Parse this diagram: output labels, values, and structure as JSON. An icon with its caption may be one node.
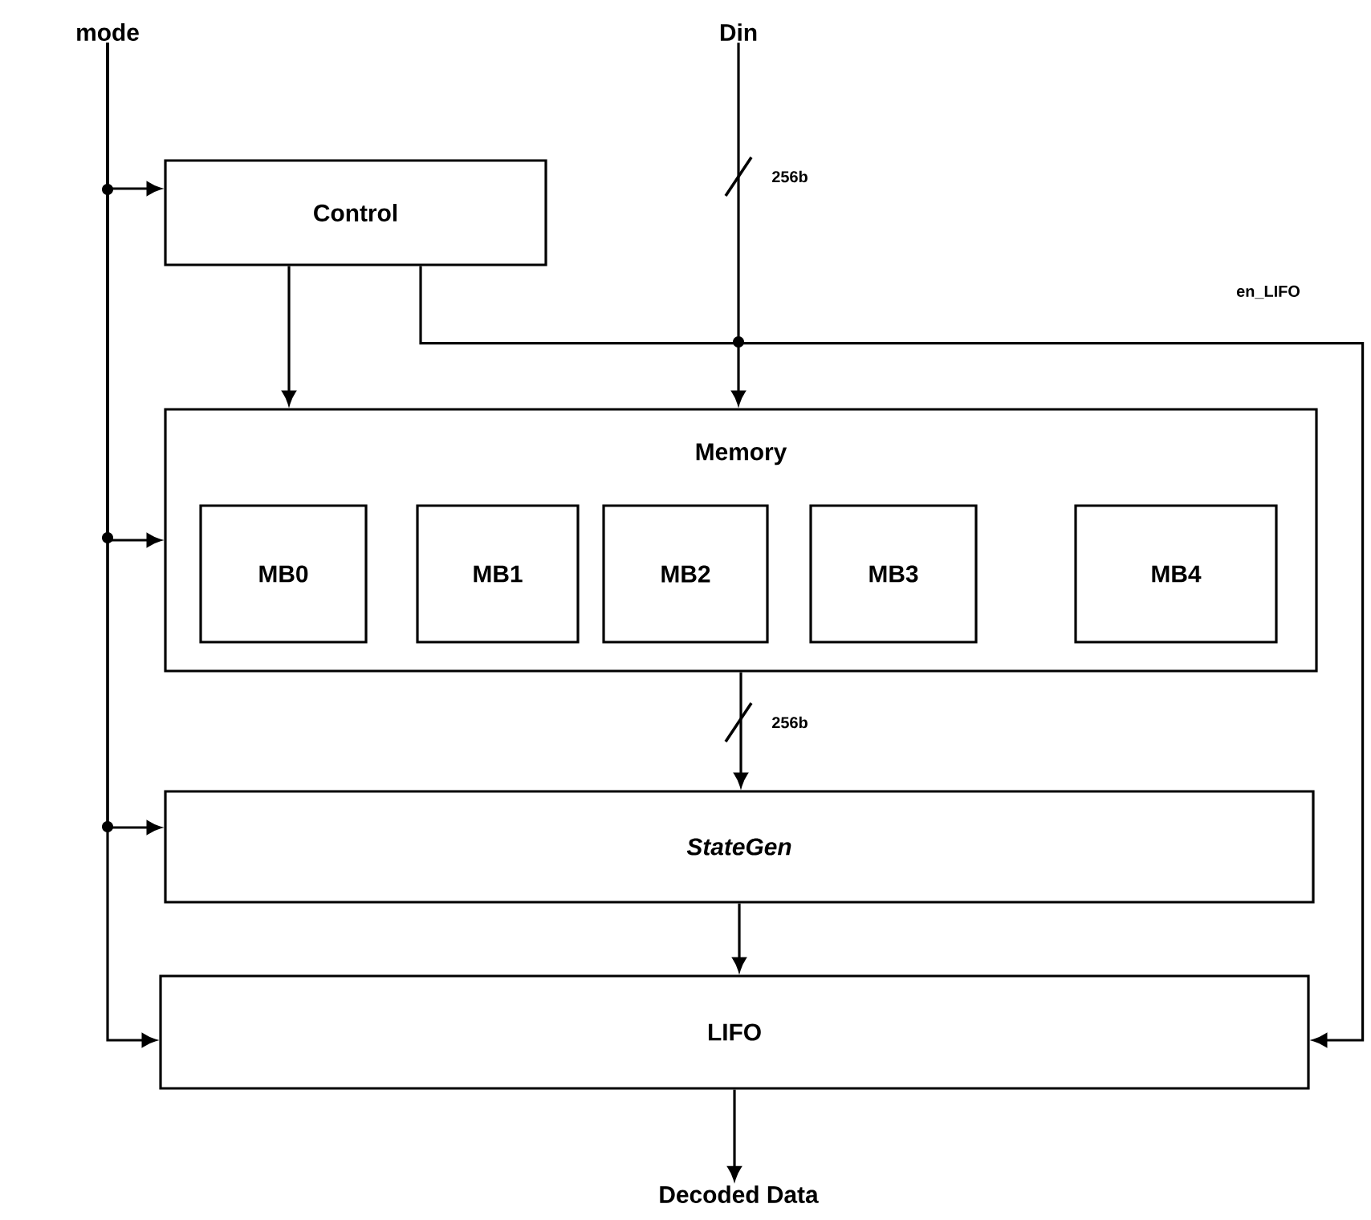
{
  "diagram": {
    "nodes": [
      {
        "text": [
          "mode"
        ]
      },
      {
        "text": [
          "Din"
        ]
      },
      {
        "text": [
          "Control"
        ]
      },
      {
        "text": [
          "Memory"
        ]
      },
      {
        "text": [
          "MB0"
        ],
        "in": 3
      },
      {
        "text": [
          "MB1"
        ],
        "in": 3
      },
      {
        "text": [
          "MB2"
        ],
        "in": 3
      },
      {
        "text": [
          "MB3"
        ],
        "in": 3
      },
      {
        "text": [
          "MB4"
        ],
        "in": 3
      },
      {
        "text": [
          "StateGen"
        ]
      },
      {
        "text": [
          "LIFO"
        ]
      },
      {
        "text": [
          "Decoded Data"
        ]
      }
    ],
    "edges": [
      {
        "from": 0,
        "to": 2,
        "arrow": "to"
      },
      {
        "from": 0,
        "to": 3,
        "arrow": "to"
      },
      {
        "from": 0,
        "to": 9,
        "arrow": "to"
      },
      {
        "from": 0,
        "to": 10,
        "arrow": "to"
      },
      {
        "from": 1,
        "to": 3,
        "arrow": "to",
        "label": "256b"
      },
      {
        "from": 2,
        "to": 3,
        "arrow": "to"
      },
      {
        "from": 2,
        "to": 10,
        "arrow": "to",
        "label": "en_LIFO"
      },
      {
        "from": 3,
        "to": 9,
        "arrow": "to",
        "label": "256b"
      },
      {
        "from": 9,
        "to": 10,
        "arrow": "to"
      },
      {
        "from": 10,
        "to": 11,
        "arrow": "to"
      }
    ]
  }
}
